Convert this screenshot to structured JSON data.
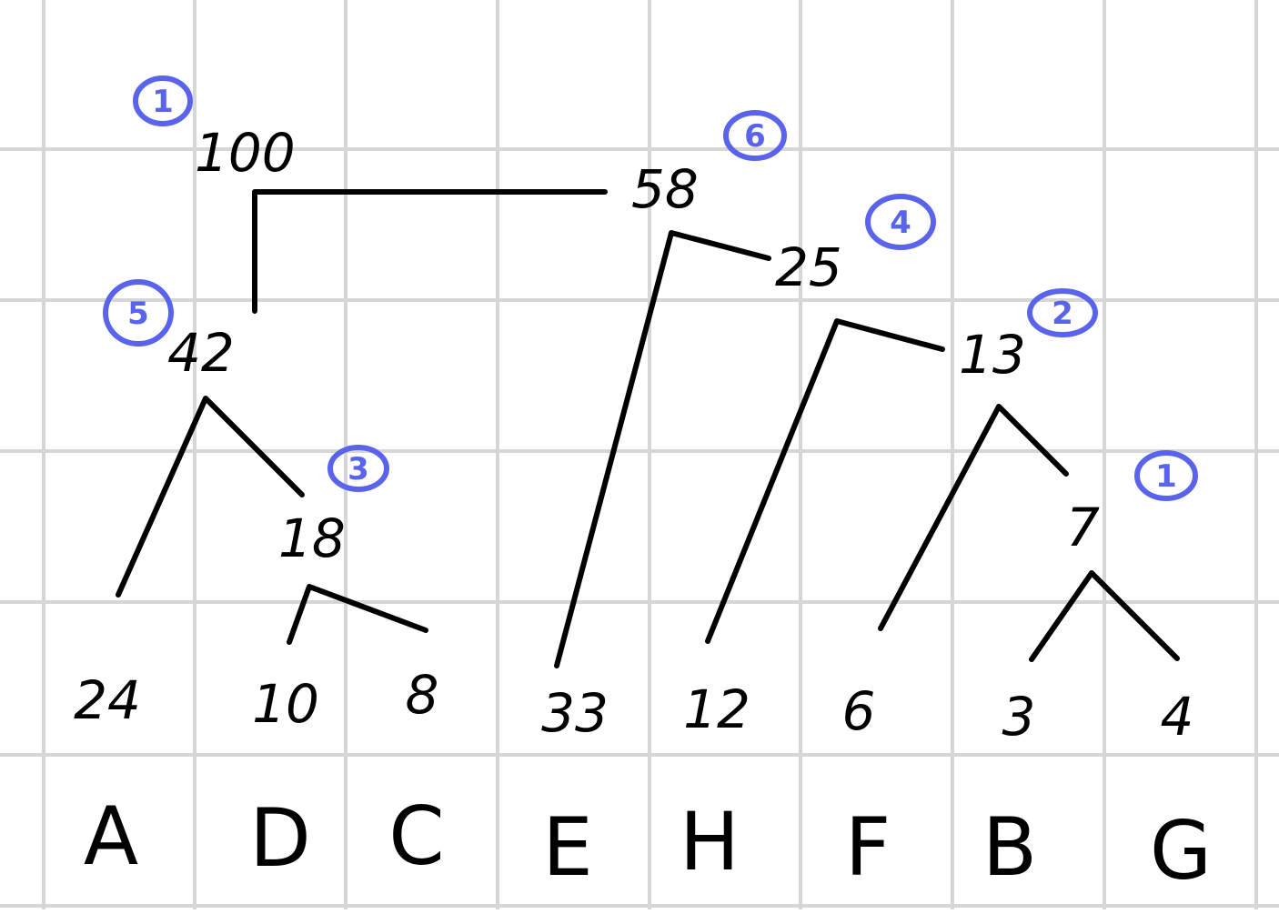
{
  "tree": {
    "internal_nodes": [
      {
        "id": "n100",
        "weight": "100",
        "order": "1"
      },
      {
        "id": "n58",
        "weight": "58",
        "order": "6"
      },
      {
        "id": "n42",
        "weight": "42",
        "order": "5"
      },
      {
        "id": "n25",
        "weight": "25",
        "order": "4"
      },
      {
        "id": "n18",
        "weight": "18",
        "order": "3"
      },
      {
        "id": "n13",
        "weight": "13",
        "order": "2"
      },
      {
        "id": "n7",
        "weight": "7",
        "order": "1"
      }
    ],
    "leaves": [
      {
        "letter": "A",
        "weight": "24"
      },
      {
        "letter": "D",
        "weight": "10"
      },
      {
        "letter": "C",
        "weight": "8"
      },
      {
        "letter": "E",
        "weight": "33"
      },
      {
        "letter": "H",
        "weight": "12"
      },
      {
        "letter": "F",
        "weight": "6"
      },
      {
        "letter": "B",
        "weight": "3"
      },
      {
        "letter": "G",
        "weight": "4"
      }
    ]
  },
  "colors": {
    "ink": "#000000",
    "annotation": "#5a63ec",
    "grid": "#d6d6d6"
  }
}
